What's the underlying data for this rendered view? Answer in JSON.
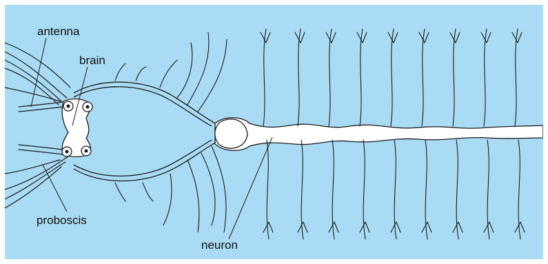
{
  "figure": {
    "background_color": "#a9dcf4",
    "nerve_fill": "#ffffff",
    "line_color": "#1a1a1a",
    "labels": {
      "antenna": "antenna",
      "brain": "brain",
      "proboscis": "proboscis",
      "neuron": "neuron"
    }
  }
}
